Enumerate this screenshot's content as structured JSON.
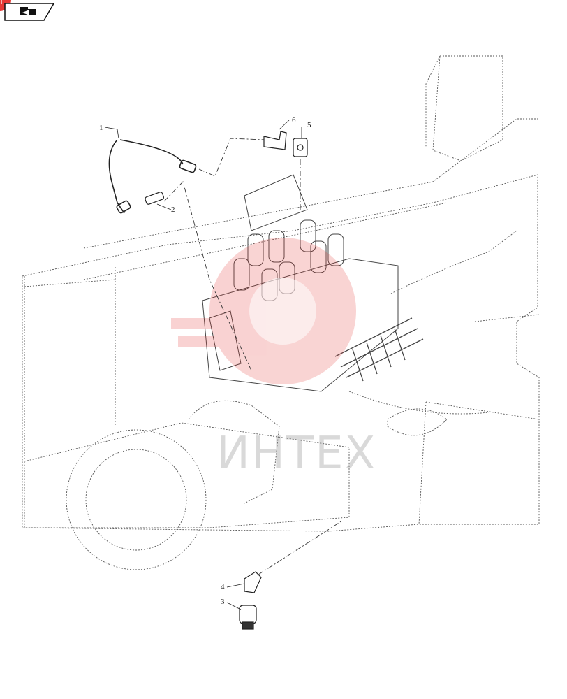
{
  "nav_icon": "page-back-icon",
  "badge_text": "II",
  "callouts": [
    "1",
    "2",
    "3",
    "4",
    "5",
    "6"
  ],
  "watermark": {
    "text": "ИНТЕХ",
    "color": "#e53935"
  }
}
